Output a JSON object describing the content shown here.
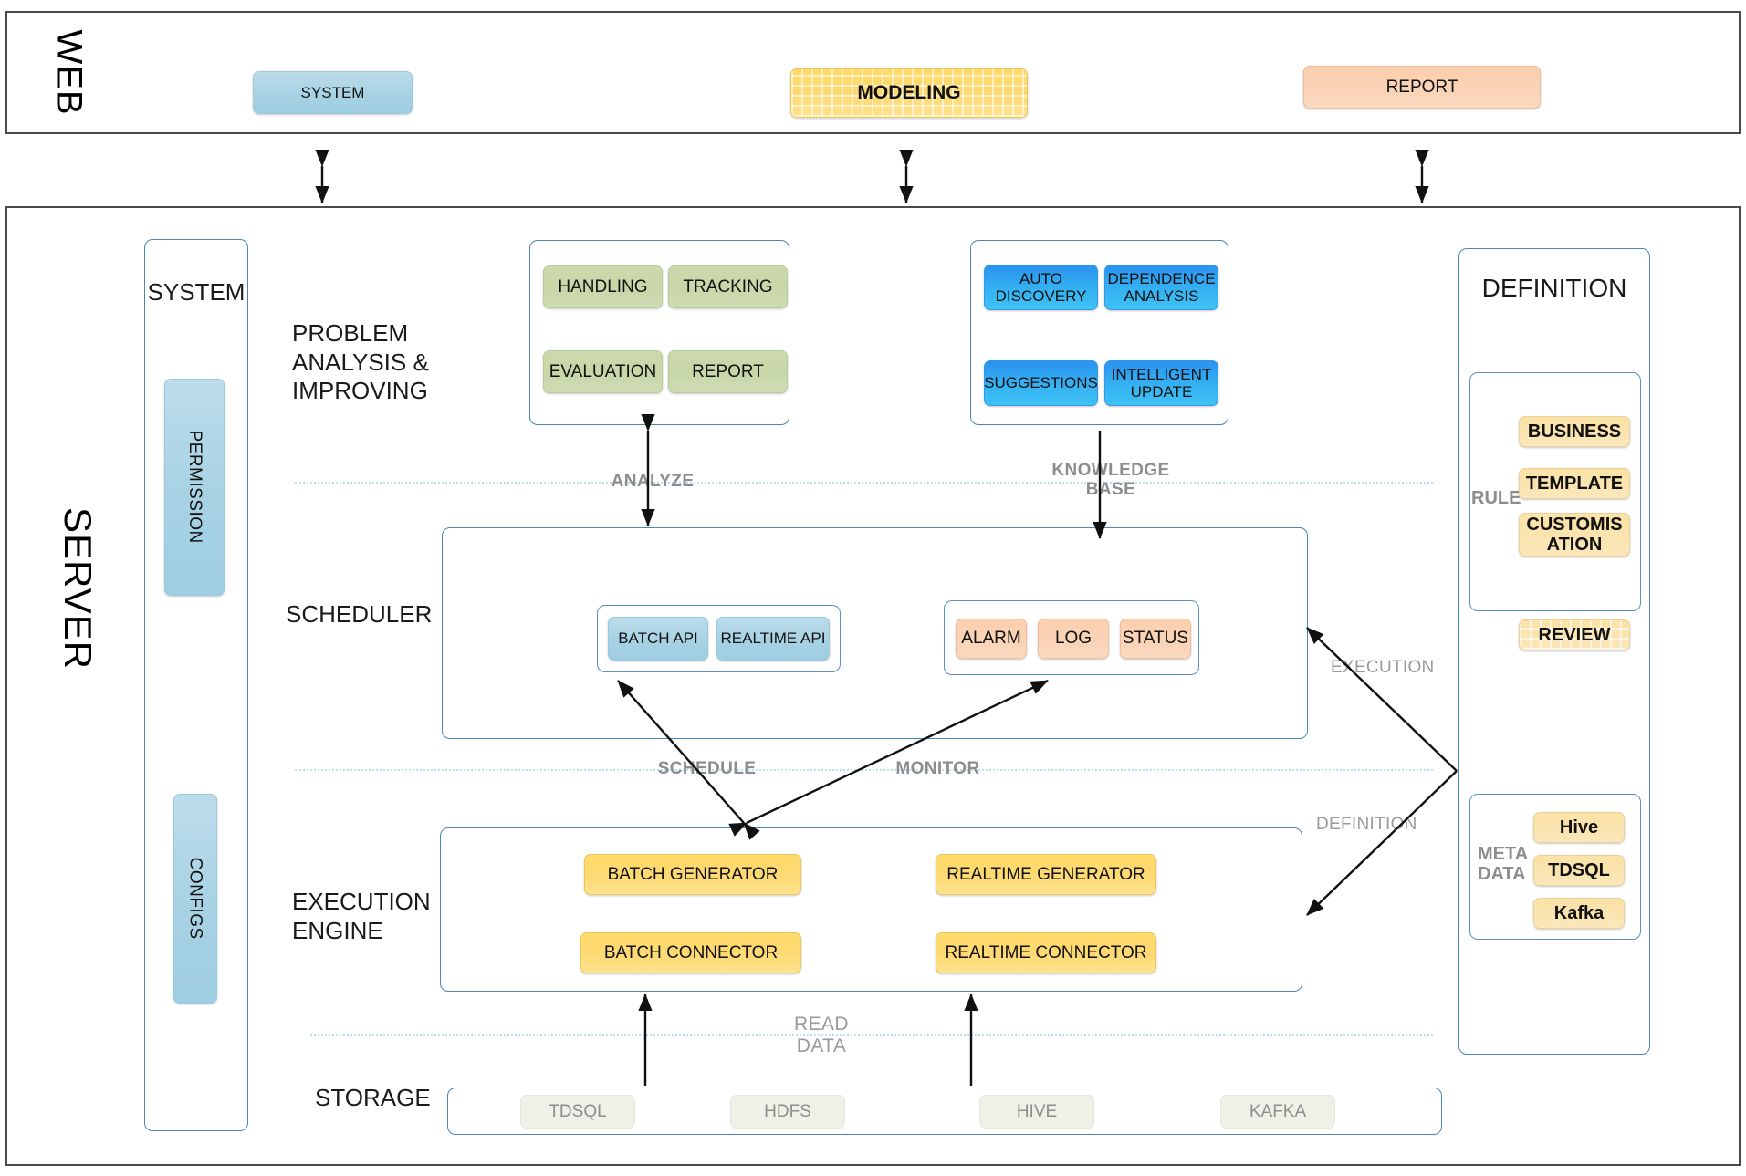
{
  "layers": {
    "web": {
      "label": "WEB"
    },
    "server": {
      "label": "SERVER"
    }
  },
  "web_nodes": [
    {
      "label": "SYSTEM",
      "style": "blue-lt"
    },
    {
      "label": "MODELING",
      "style": "yellow-waffle"
    },
    {
      "label": "REPORT",
      "style": "peach"
    }
  ],
  "sidebar": {
    "title": "SYSTEM",
    "items": [
      {
        "label": "PERMISSION"
      },
      {
        "label": "CONFIGS"
      }
    ]
  },
  "sections": [
    {
      "key": "problem",
      "title": "PROBLEM\nANALYSIS &\nIMPROVING"
    },
    {
      "key": "scheduler",
      "title": "SCHEDULER"
    },
    {
      "key": "execution",
      "title": "EXECUTION\nENGINE"
    },
    {
      "key": "storage",
      "title": "STORAGE"
    }
  ],
  "problem_analysis": {
    "nodes": [
      {
        "label": "HANDLING"
      },
      {
        "label": "TRACKING"
      },
      {
        "label": "EVALUATION"
      },
      {
        "label": "REPORT"
      }
    ]
  },
  "knowledge_base": {
    "nodes": [
      {
        "label": "AUTO\nDISCOVERY"
      },
      {
        "label": "DEPENDENCE\nANALYSIS"
      },
      {
        "label": "SUGGESTIONS"
      },
      {
        "label": "INTELLIGENT\nUPDATE"
      }
    ]
  },
  "scheduler": {
    "api_group": [
      {
        "label": "BATCH API"
      },
      {
        "label": "REALTIME API"
      }
    ],
    "monitor_group": [
      {
        "label": "ALARM"
      },
      {
        "label": "LOG"
      },
      {
        "label": "STATUS"
      }
    ]
  },
  "execution_engine": {
    "nodes": [
      {
        "label": "BATCH GENERATOR"
      },
      {
        "label": "REALTIME GENERATOR"
      },
      {
        "label": "BATCH CONNECTOR"
      },
      {
        "label": "REALTIME CONNECTOR"
      }
    ]
  },
  "storage": {
    "nodes": [
      {
        "label": "TDSQL"
      },
      {
        "label": "HDFS"
      },
      {
        "label": "HIVE"
      },
      {
        "label": "KAFKA"
      }
    ]
  },
  "definition": {
    "title": "DEFINITION",
    "rule": {
      "label": "RULE",
      "nodes": [
        {
          "label": "BUSINESS"
        },
        {
          "label": "TEMPLATE"
        },
        {
          "label": "CUSTOMIS\nATION"
        },
        {
          "label": "REVIEW"
        }
      ]
    },
    "meta_data": {
      "label": "META\nDATA",
      "nodes": [
        {
          "label": "Hive"
        },
        {
          "label": "TDSQL"
        },
        {
          "label": "Kafka"
        }
      ]
    }
  },
  "dividers": [
    {
      "key": "analyze",
      "labels": [
        "ANALYZE",
        "KNOWLEDGE\nBASE"
      ]
    },
    {
      "key": "schedule",
      "labels": [
        "SCHEDULE",
        "MONITOR"
      ]
    },
    {
      "key": "read",
      "labels": [
        "READ\nDATA"
      ]
    }
  ],
  "edge_labels": [
    {
      "label": "EXECUTION"
    },
    {
      "label": "DEFINITION"
    }
  ],
  "colors": {
    "frame": "#4a4a4a",
    "panel_outline": "#4a87b5",
    "divider": "#bfe0ea",
    "label_gray": "#8d8d8d",
    "blue_light": "#a7d2e4",
    "blue_bright": "#35b2f2",
    "green": "#c7d7a7",
    "peach": "#fad3b6",
    "yellow": "#fdd972",
    "yellow_light": "#fae3ae",
    "storage": "#eff1e6"
  }
}
